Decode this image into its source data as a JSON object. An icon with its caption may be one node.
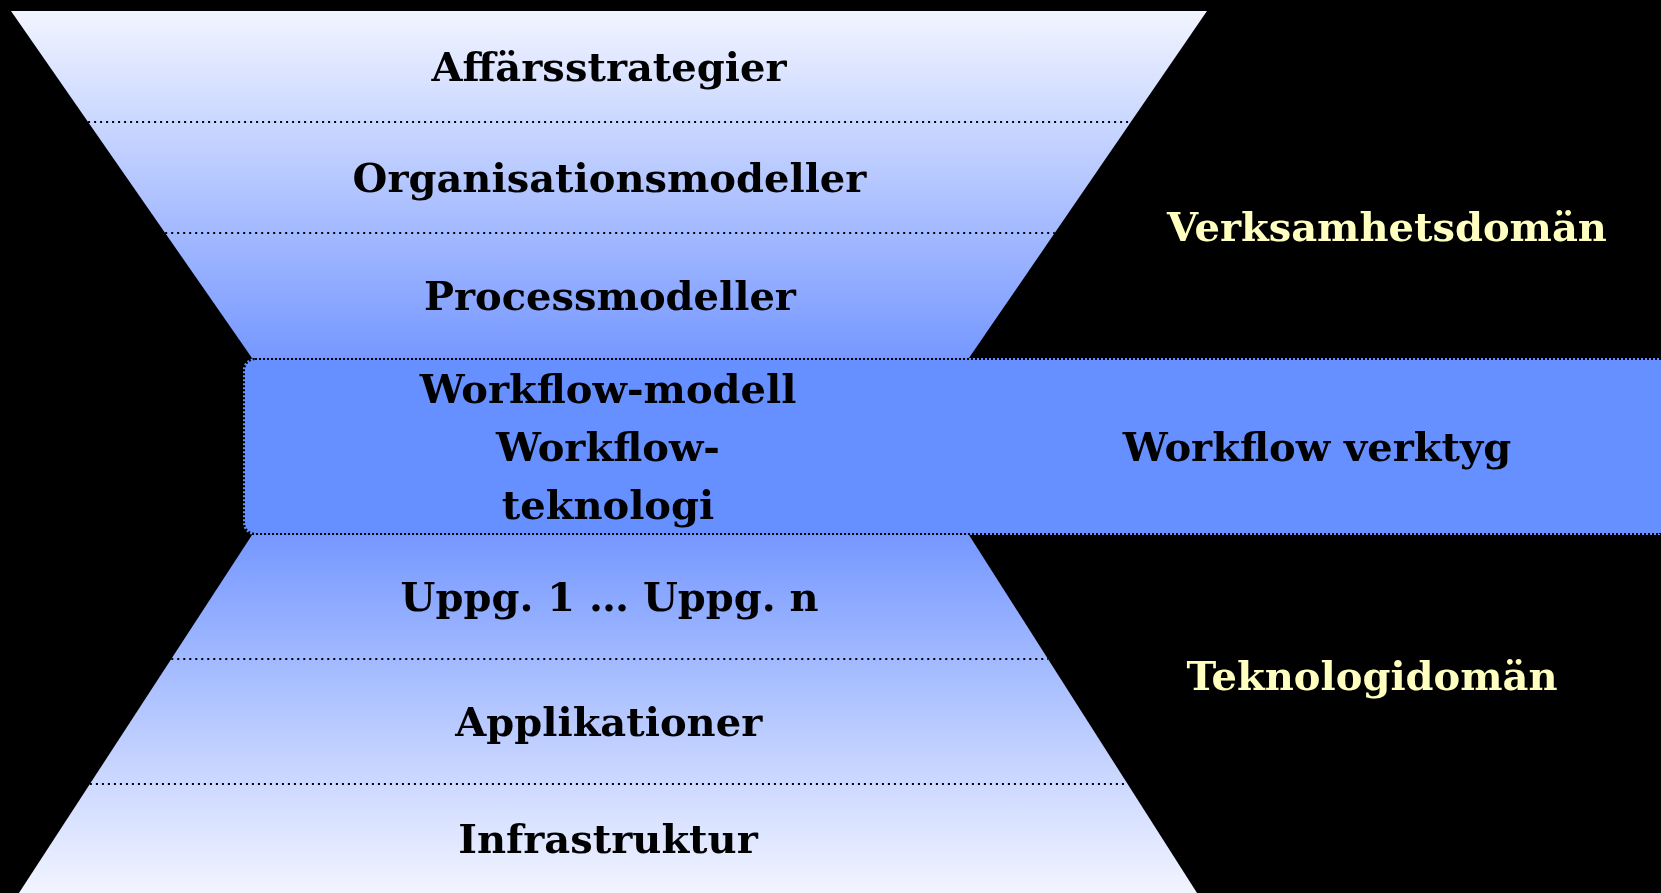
{
  "diagram": {
    "nodes": [
      {
        "text": [
          "Affärsstrategier"
        ]
      },
      {
        "text": [
          "Organisationsmodeller"
        ]
      },
      {
        "text": [
          "Processmodeller"
        ]
      },
      {
        "text": [
          "Workflow-modell Workflow-teknologi",
          "Workflow verktyg"
        ]
      },
      {
        "text": [
          "Uppg. 1 … Uppg. n"
        ]
      },
      {
        "text": [
          "Applikationer"
        ]
      },
      {
        "text": [
          "Infrastruktur"
        ]
      }
    ],
    "labels": [
      "Verksamhetsdomän",
      "Teknologidomän"
    ]
  }
}
